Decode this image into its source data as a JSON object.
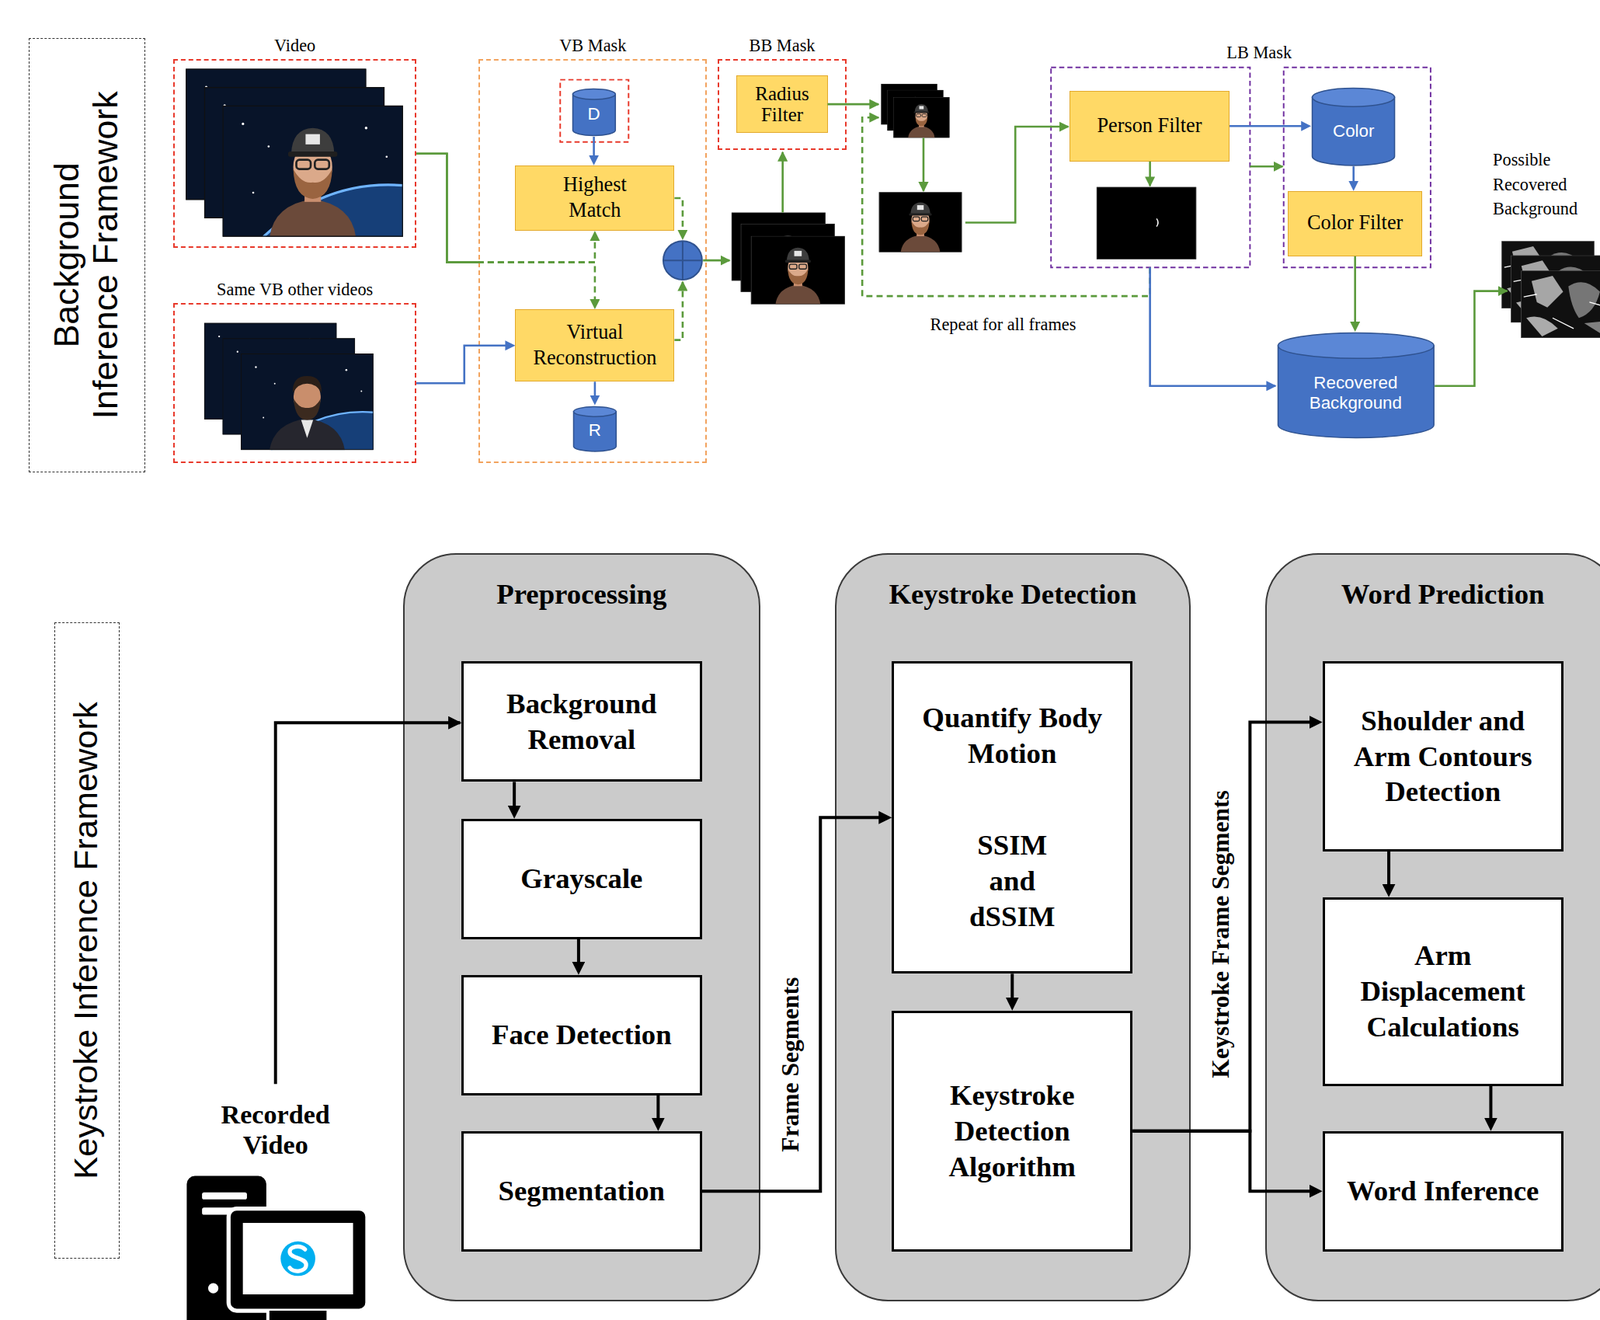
{
  "diagram": {
    "nodes": [
      {
        "text": [
          "Background Inference Framework"
        ]
      },
      {
        "text": [
          "Video"
        ]
      },
      {
        "text": [
          "Same VB other videos"
        ]
      },
      {
        "text": [
          "VB Mask"
        ]
      },
      {
        "text": [
          "D"
        ],
        "in": 3
      },
      {
        "text": [
          "Highest Match"
        ],
        "in": 3
      },
      {
        "text": [
          "Virtual Reconstruction"
        ],
        "in": 3
      },
      {
        "text": [
          "R"
        ],
        "in": 3
      },
      {
        "text": [
          "BB Mask"
        ]
      },
      {
        "text": [
          "Radius Filter"
        ],
        "in": 8
      },
      {
        "text": [
          "LB Mask"
        ]
      },
      {
        "text": [
          "Person Filter"
        ],
        "in": 10
      },
      {
        "text": [
          "Color"
        ],
        "in": 10
      },
      {
        "text": [
          "Color Filter"
        ],
        "in": 10
      },
      {
        "text": [
          "Recovered Background"
        ]
      },
      {
        "text": [
          "Keystroke Inference Framework"
        ]
      },
      {
        "text": [
          "Preprocessing"
        ]
      },
      {
        "text": [
          "Background Removal"
        ],
        "in": 16
      },
      {
        "text": [
          "Grayscale"
        ],
        "in": 16
      },
      {
        "text": [
          "Face Detection"
        ],
        "in": 16
      },
      {
        "text": [
          "Segmentation"
        ],
        "in": 16
      },
      {
        "text": [
          "Keystroke Detection"
        ]
      },
      {
        "text": [
          "Quantify Body Motion",
          "SSIM and dSSIM"
        ],
        "in": 21
      },
      {
        "text": [
          "Keystroke Detection Algorithm"
        ],
        "in": 21
      },
      {
        "text": [
          "Word Prediction"
        ]
      },
      {
        "text": [
          "Shoulder and Arm Contours Detection"
        ],
        "in": 24
      },
      {
        "text": [
          "Arm Displacement Calculations"
        ],
        "in": 24
      },
      {
        "text": [
          "Word Inference"
        ],
        "in": 24
      }
    ],
    "edges": [
      {
        "from": 1,
        "to": 5,
        "arrow": "to"
      },
      {
        "from": 1,
        "to": 6,
        "arrow": "to"
      },
      {
        "from": 2,
        "to": 6,
        "arrow": "to"
      },
      {
        "from": 4,
        "to": 5,
        "arrow": "to"
      },
      {
        "from": 6,
        "to": 7,
        "arrow": "to"
      },
      {
        "from": 11,
        "to": 12,
        "arrow": "to"
      },
      {
        "from": 12,
        "to": 13,
        "arrow": "to"
      },
      {
        "from": 13,
        "to": 14,
        "arrow": "to"
      },
      {
        "from": 17,
        "to": 18,
        "arrow": "to"
      },
      {
        "from": 18,
        "to": 19,
        "arrow": "to"
      },
      {
        "from": 19,
        "to": 20,
        "arrow": "to"
      },
      {
        "from": 20,
        "to": 22,
        "label": "Frame Segments",
        "arrow": "to"
      },
      {
        "from": 22,
        "to": 23,
        "arrow": "to"
      },
      {
        "from": 23,
        "to": 25,
        "label": "Keystroke Frame Segments",
        "arrow": "to"
      },
      {
        "from": 23,
        "to": 27,
        "arrow": "to"
      },
      {
        "from": 25,
        "to": 26,
        "arrow": "to"
      },
      {
        "from": 26,
        "to": 27,
        "arrow": "to"
      }
    ],
    "labels": [
      "Repeat for all frames",
      "Possible Recovered Background",
      "Recorded Video"
    ]
  }
}
